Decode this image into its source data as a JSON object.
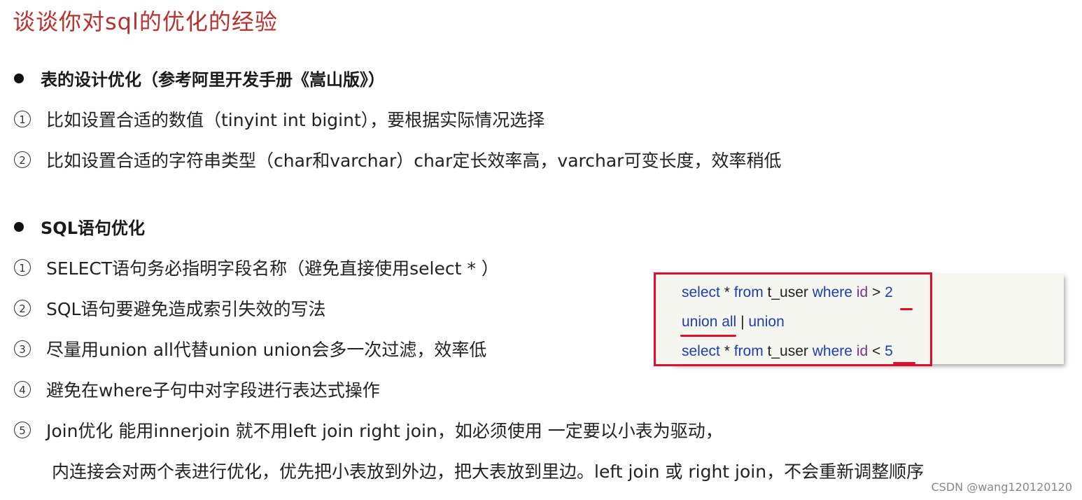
{
  "title": "谈谈你对sql的优化的经验",
  "section1": {
    "heading": "表的设计优化（参考阿里开发手册《嵩山版》）",
    "items": [
      {
        "num": "1",
        "text": "比如设置合适的数值（tinyint   int   bigint），要根据实际情况选择"
      },
      {
        "num": "2",
        "text": "比如设置合适的字符串类型（char和varchar）char定长效率高，varchar可变长度，效率稍低"
      }
    ]
  },
  "section2": {
    "heading": "SQL语句优化",
    "items": [
      {
        "num": "1",
        "text": "SELECT语句务必指明字段名称（避免直接使用select * ）"
      },
      {
        "num": "2",
        "text": "SQL语句要避免造成索引失效的写法"
      },
      {
        "num": "3",
        "text": "尽量用union all代替union   union会多一次过滤，效率低"
      },
      {
        "num": "4",
        "text": "避免在where子句中对字段进行表达式操作"
      },
      {
        "num": "5",
        "text": "Join优化 能用innerjoin 就不用left join right join，如必须使用 一定要以小表为驱动，"
      }
    ],
    "continuation": "内连接会对两个表进行优化，优先把小表放到外边，把大表放到里边。left join 或 right join，不会重新调整顺序"
  },
  "code": {
    "line1": {
      "select": "select",
      "star": " * ",
      "from": "from",
      "table": " t_user ",
      "where": "where",
      "col": " id",
      "op": " > ",
      "val": "2"
    },
    "line2": {
      "union_all": "union all",
      "sep": "  | ",
      "union": "union"
    },
    "line3": {
      "select": "select",
      "star": " * ",
      "from": "from",
      "table": " t_user ",
      "where": "where",
      "col": " id",
      "op": " < ",
      "val": "5"
    }
  },
  "colors": {
    "title": "#b5322f",
    "highlight_border": "#e0102a",
    "keyword": "#1f3fa8",
    "column": "#7a3592"
  },
  "watermark": "CSDN @wang120120120"
}
